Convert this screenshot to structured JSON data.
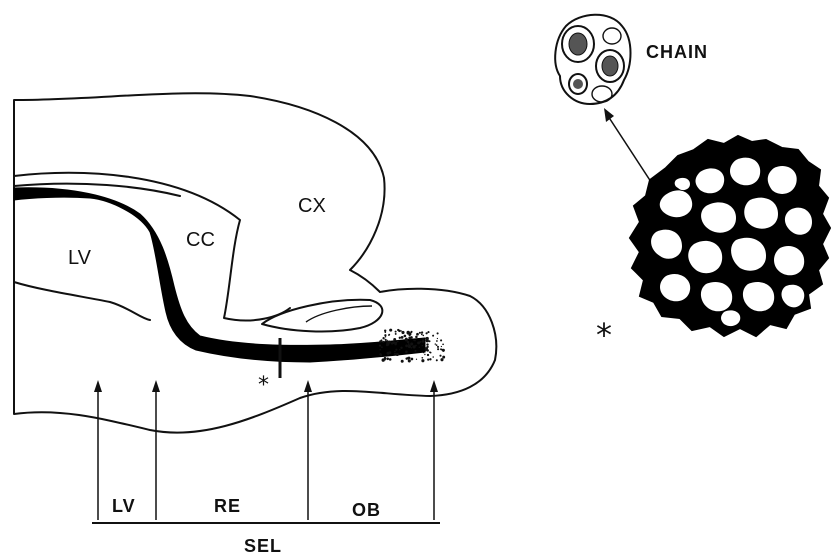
{
  "labels": {
    "cx": "CX",
    "cc": "CC",
    "lv_region": "LV",
    "chain": "CHAIN",
    "lv_axis": "LV",
    "re_axis": "RE",
    "ob_axis": "OB",
    "sel": "SEL",
    "asterisk_brain": "*",
    "asterisk_zoom": "*"
  }
}
